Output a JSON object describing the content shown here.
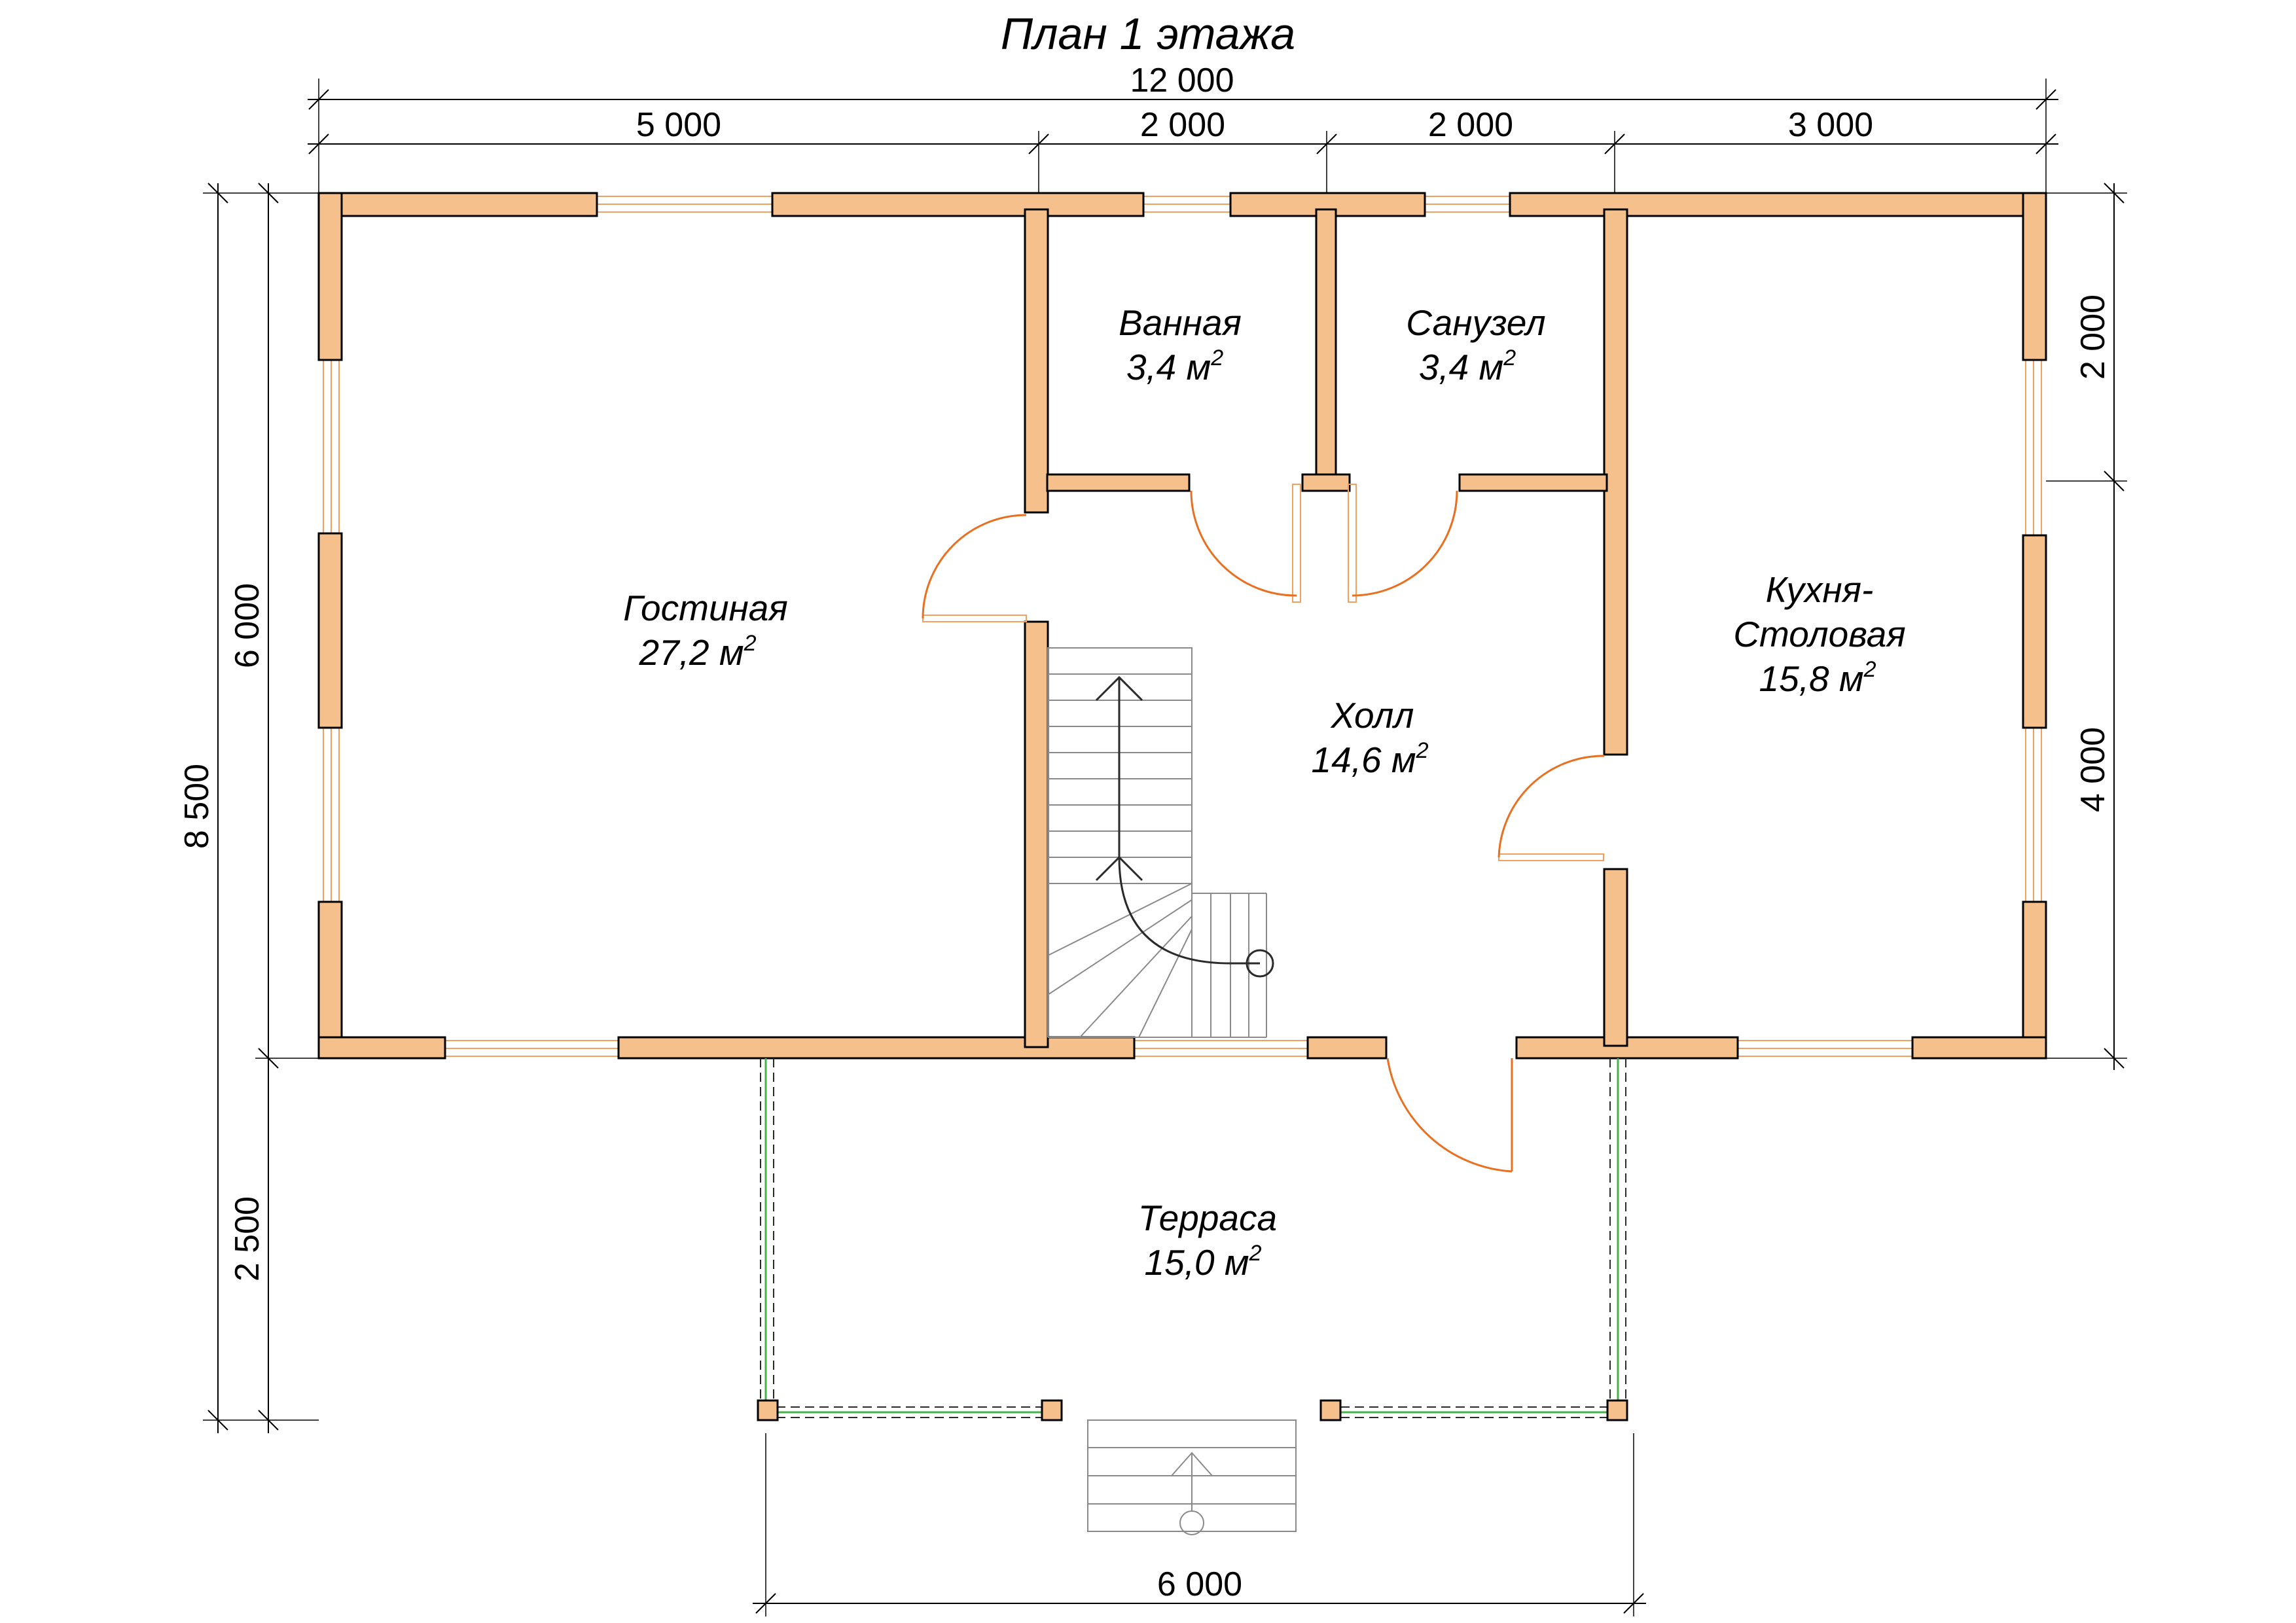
{
  "title": "План 1 этажа",
  "dimensions": {
    "top_total": "12 000",
    "top_segments": [
      "5 000",
      "2 000",
      "2 000",
      "3 000"
    ],
    "left_total": "8 500",
    "left_upper": "6 000",
    "left_lower": "2 500",
    "right_upper": "2 000",
    "right_lower": "4 000",
    "bottom": "6 000"
  },
  "rooms": [
    {
      "id": "gostinaya",
      "name": "Гостиная",
      "area": "27,2 м",
      "unit_sup": "2"
    },
    {
      "id": "vannaya",
      "name": "Ванная",
      "area": "3,4 м",
      "unit_sup": "2"
    },
    {
      "id": "sanuzel",
      "name": "Санузел",
      "area": "3,4 м",
      "unit_sup": "2"
    },
    {
      "id": "kuhnya",
      "name": "Кухня-",
      "name2": "Столовая",
      "area": "15,8 м",
      "unit_sup": "2"
    },
    {
      "id": "holl",
      "name": "Холл",
      "area": "14,6 м",
      "unit_sup": "2"
    },
    {
      "id": "terrasa",
      "name": "Терраса",
      "area": "15,0 м",
      "unit_sup": "2"
    }
  ],
  "colors": {
    "wall_fill": "#f6c08c",
    "door_arc": "#e87020",
    "window_line": "#f0a060",
    "terrace_rail": "#44b24a"
  }
}
